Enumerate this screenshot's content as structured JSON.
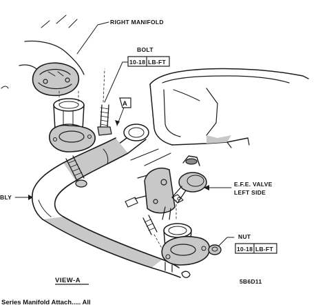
{
  "labels": {
    "right_manifold": "RIGHT MANIFOLD",
    "bolt": "BOLT",
    "bolt_torque_a": "10-18",
    "bolt_torque_b": "LB-FT",
    "callout_a": "A",
    "efe_valve_line1": "E.F.E. VALVE",
    "efe_valve_line2": "LEFT SIDE",
    "assembly_partial": "BLY",
    "nut": "NUT",
    "nut_torque_a": "10-18",
    "nut_torque_b": "LB-FT",
    "view": "VIEW-A",
    "figure_code": "5B6D11",
    "caption_partial": "Series Manifold Attach..... All"
  }
}
